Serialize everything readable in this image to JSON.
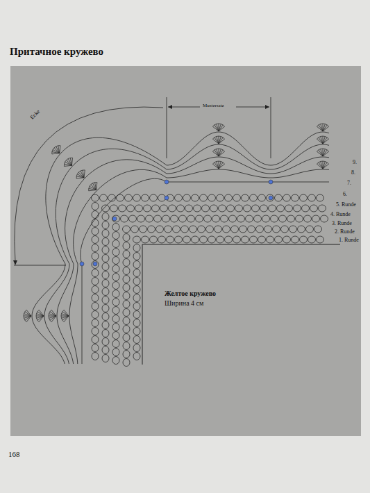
{
  "diagram": {
    "title": "Притачное кружево",
    "labels": [
      "Ecke",
      "Mustersatz",
      "9.",
      "8.",
      "7.",
      "6.",
      "5. Runde",
      "4. Runde",
      "3. Runde",
      "2. Runde",
      "1. Runde",
      "Желтое кружево",
      "Ширина 4 см",
      "168"
    ]
  }
}
